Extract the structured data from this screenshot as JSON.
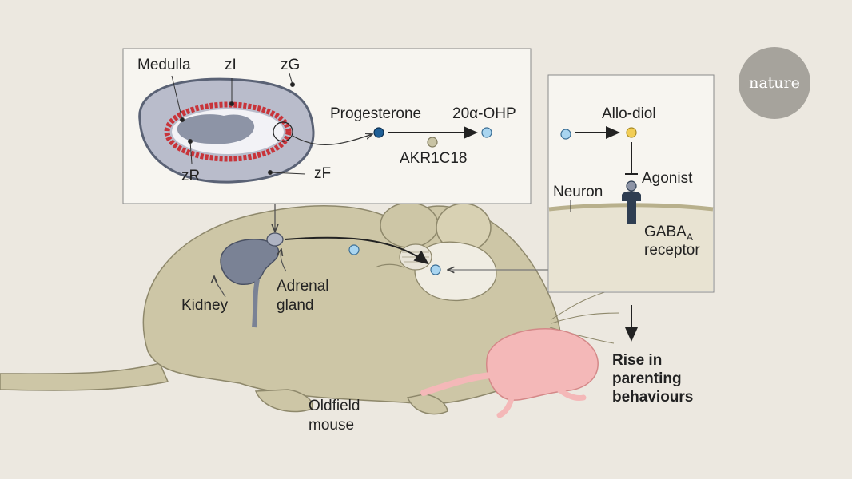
{
  "labels": {
    "medulla": "Medulla",
    "zi": "zI",
    "zg": "zG",
    "zr": "zR",
    "zf": "zF",
    "progesterone": "Progesterone",
    "ohp": "20α-OHP",
    "enzyme": "AKR1C18",
    "allodiol": "Allo-diol",
    "agonist": "Agonist",
    "neuron": "Neuron",
    "gaba_main": "GABA",
    "gaba_sub": "A",
    "receptor": "receptor",
    "kidney": "Kidney",
    "adrenal_line1": "Adrenal",
    "adrenal_line2": "gland",
    "mouse_line1": "Oldfield",
    "mouse_line2": "mouse",
    "outcome_line1": "Rise in",
    "outcome_line2": "parenting",
    "outcome_line3": "behaviours",
    "logo": "nature"
  },
  "colors": {
    "background": "#ece8e0",
    "mouse_body": "#cdc6a6",
    "cortex": "#b9bccb",
    "zi_red": "#c8343a",
    "medulla": "#8d94a6",
    "progesterone_dot": "#1f5f96",
    "ohp_dot": "#a9d5f0",
    "allodiol_dot": "#f2cd55",
    "enzyme_dot": "#c8c3a4",
    "receptor": "#2f3e52",
    "pup": "#f4b8b8"
  }
}
